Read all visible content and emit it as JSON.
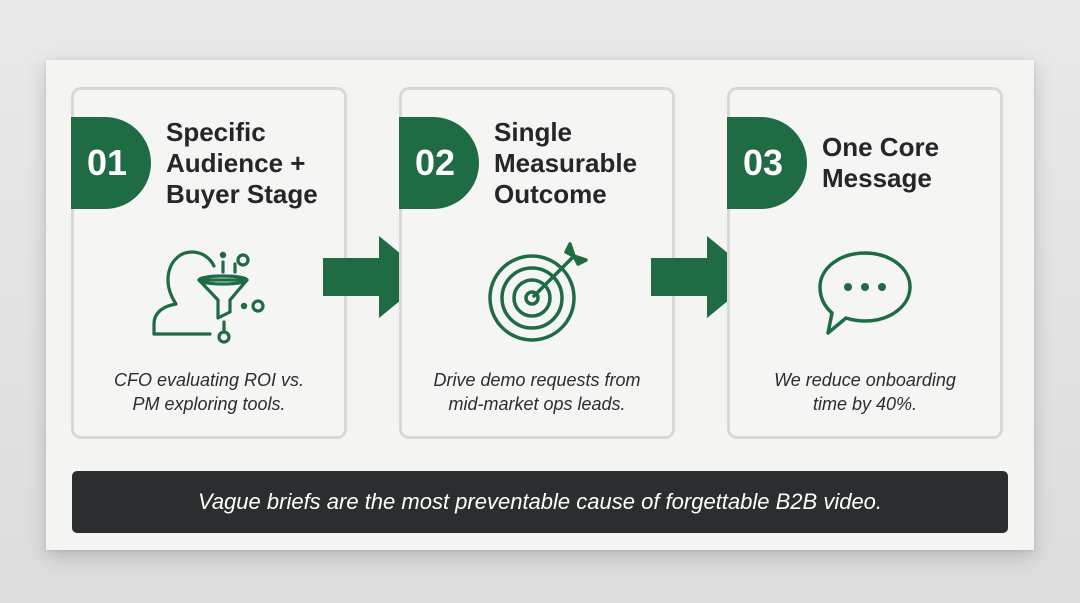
{
  "colors": {
    "accent": "#1f6b43",
    "banner_bg": "#2a2e2f",
    "card_border": "#d8d8d6"
  },
  "steps": [
    {
      "number": "01",
      "title_lines": [
        "Specific",
        "Audience +",
        "Buyer Stage"
      ],
      "icon": "audience-funnel-icon",
      "desc_lines": [
        "CFO evaluating ROI vs.",
        "PM exploring tools."
      ]
    },
    {
      "number": "02",
      "title_lines": [
        "Single",
        "Measurable",
        "Outcome"
      ],
      "icon": "target-arrow-icon",
      "desc_lines": [
        "Drive demo requests from",
        "mid-market ops leads."
      ]
    },
    {
      "number": "03",
      "title_lines": [
        "One Core",
        "Message"
      ],
      "icon": "speech-bubble-icon",
      "desc_lines": [
        "We reduce onboarding",
        "time by 40%."
      ]
    }
  ],
  "arrows": [
    "arrow-right-icon",
    "arrow-right-icon"
  ],
  "banner": {
    "text": "Vague briefs are the most preventable cause of forgettable B2B video."
  }
}
